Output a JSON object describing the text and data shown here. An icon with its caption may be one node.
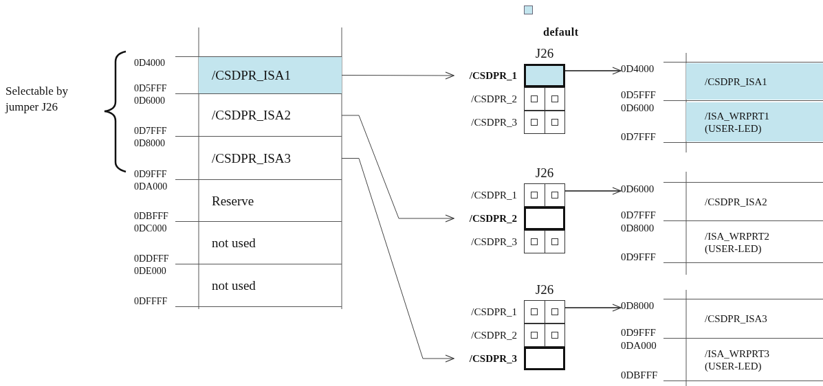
{
  "diagram": {
    "nodes": [
      {
        "text": [
          "0D4000",
          "0D5FFF",
          "/CSDPR_ISA1"
        ]
      },
      {
        "text": [
          "0D6000",
          "0D7FFF",
          "/CSDPR_ISA2"
        ]
      },
      {
        "text": [
          "0D8000",
          "0D9FFF",
          "/CSDPR_ISA3"
        ]
      },
      {
        "text": [
          "0DA000",
          "0DBFFF",
          "Reserve"
        ]
      },
      {
        "text": [
          "0DC000",
          "0DDFFF",
          "not used"
        ]
      },
      {
        "text": [
          "0DE000",
          "0DFFFF",
          "not used"
        ]
      },
      {
        "text": [
          "J26"
        ]
      },
      {
        "text": [
          "/CSDPR_1"
        ],
        "in": 6
      },
      {
        "text": [
          "/CSDPR_2"
        ],
        "in": 6
      },
      {
        "text": [
          "/CSDPR_3"
        ],
        "in": 6
      },
      {
        "text": [
          "J26"
        ]
      },
      {
        "text": [
          "/CSDPR_1"
        ],
        "in": 10
      },
      {
        "text": [
          "/CSDPR_2"
        ],
        "in": 10
      },
      {
        "text": [
          "/CSDPR_3"
        ],
        "in": 10
      },
      {
        "text": [
          "J26"
        ]
      },
      {
        "text": [
          "/CSDPR_1"
        ],
        "in": 14
      },
      {
        "text": [
          "/CSDPR_2"
        ],
        "in": 14
      },
      {
        "text": [
          "/CSDPR_3"
        ],
        "in": 14
      },
      {
        "text": [
          "0D4000",
          "0D5FFF",
          "/CSDPR_ISA1"
        ]
      },
      {
        "text": [
          "0D6000",
          "0D7FFF",
          "/ISA_WRPRT1 (USER-LED)"
        ]
      },
      {
        "text": [
          "0D6000",
          "0D7FFF",
          "/CSDPR_ISA2"
        ]
      },
      {
        "text": [
          "0D8000",
          "0D9FFF",
          "/ISA_WRPRT2 (USER-LED)"
        ]
      },
      {
        "text": [
          "0D8000",
          "0D9FFF",
          "/CSDPR_ISA3"
        ]
      },
      {
        "text": [
          "0DA000",
          "0DBFFF",
          "/ISA_WRPRT3 (USER-LED)"
        ]
      }
    ],
    "edges": [
      {
        "from": 0,
        "to": 7,
        "arrow": "to"
      },
      {
        "from": 1,
        "to": 12,
        "arrow": "to"
      },
      {
        "from": 2,
        "to": 17,
        "arrow": "to"
      },
      {
        "from": 6,
        "to": 18,
        "arrow": "to"
      },
      {
        "from": 10,
        "to": 20,
        "arrow": "to"
      },
      {
        "from": 14,
        "to": 22,
        "arrow": "to"
      }
    ],
    "labels": [
      "Selectable by jumper J26"
    ],
    "legend": [
      {
        "text": "default",
        "color": "#c3e5ee"
      }
    ]
  }
}
